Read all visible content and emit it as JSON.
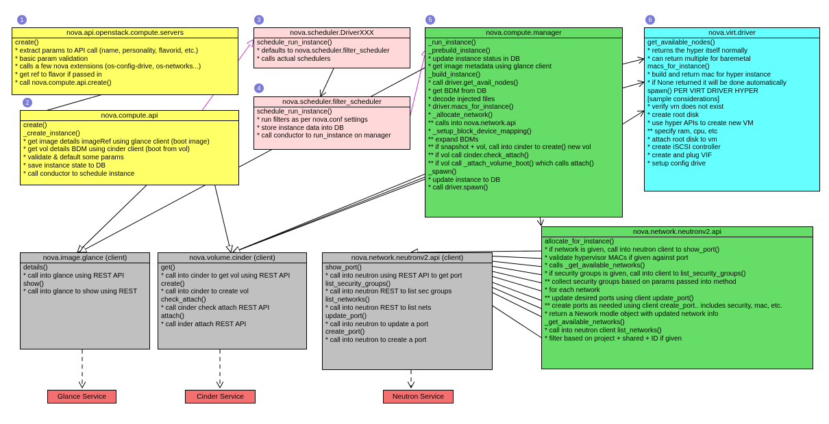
{
  "colors": {
    "api_boxes": "#ffff66",
    "scheduler_boxes": "#ffd9d9",
    "manager_boxes": "#66dd66",
    "driver_box": "#66ffff",
    "client_boxes": "#c0c0c0",
    "service_boxes": "#f47070",
    "number_badges": "#7b7bd9",
    "magenta_arrows": "#cc33cc"
  },
  "badges": [
    "1",
    "2",
    "3",
    "4",
    "5",
    "6"
  ],
  "boxes": {
    "servers": {
      "title": "nova.api.openstack.compute.servers",
      "lines": [
        "create()",
        "* extract params to API call (name, personality, flavorid, etc.)",
        "* basic param validation",
        "* calls a few nova extensions (os-config-drive, os-networks...)",
        "* get ref to flavor if passed in",
        "* call nova.compute.api.create()"
      ]
    },
    "compute_api": {
      "title": "nova.compute.api",
      "lines": [
        "create()",
        "_create_instance()",
        "* get image details imageRef using glance client (boot image)",
        "* get vol details BDM using cinder client (boot from vol)",
        "* validate & default some params",
        "* save instance state to DB",
        "* call conductor to schedule instance"
      ]
    },
    "driver_xxx": {
      "title": "nova.scheduler.DriverXXX",
      "lines": [
        "schedule_run_instance()",
        "* defaults to nova.scheduler.filter_scheduler",
        "* calls actual schedulers"
      ]
    },
    "filter_scheduler": {
      "title": "nova.scheduler.filter_scheduler",
      "lines": [
        "schedule_run_instance()",
        "* run filters as per nova.conf settings",
        "* store instance data into DB",
        "* call conductor to run_instance on manager"
      ]
    },
    "manager": {
      "title": "nova.compute.manager",
      "lines": [
        "_run_instance()",
        "_prebuild_instance()",
        "* update instance status in DB",
        "* get image metadata using glance client",
        "_build_instance()",
        "* call driver.get_avail_nodes()",
        "* get BDM from DB",
        "* decode injected files",
        "* driver.macs_for_instance()",
        "* _allocate_network()",
        "** calls into nova.network.api",
        "* _setup_block_device_mapping()",
        "** expand BDMs",
        "** if snapshot + vol, call into cinder to create() new vol",
        "** if vol call cinder.check_attach()",
        "** if vol call _attach_volume_boot() which calls attach()",
        "_spawn()",
        "* update instance to DB",
        "* call driver.spawn()"
      ]
    },
    "virt_driver": {
      "title": "nova.virt.driver",
      "lines": [
        "get_available_nodes()",
        "* returns the hyper itself normally",
        "* can return multiple for baremetal",
        "macs_for_instance()",
        "* build and return mac for hyper instance",
        "* if None returned it will be done automatically",
        "spawn() PER VIRT DRIVER  HYPER",
        "[sample considerations]",
        "* verify vm does not exist",
        "* create root disk",
        "* use hyper APIs to create new VM",
        "** specify ram, cpu, etc",
        "* attach root disk to vm",
        "* create iSCSI controller",
        "* create and plug VIF",
        "* setup config drive"
      ]
    },
    "neutronv2": {
      "title": "nova.network.neutronv2.api",
      "lines": [
        "allocate_for_instance()",
        "* if network is given, call into neutron client to show_port()",
        "* validate hypervisor MACs if given against port",
        "* calls _get_available_networks()",
        "* if security groups is given, call into client to list_security_groups()",
        "** collect security groups based on params passed into method",
        "* for each network",
        "** update desired ports using client update_port()",
        "** create ports as needed using client create_port.. includes security, mac, etc.",
        "* return a Nework modle object with updated network info",
        "_get_available_networks()",
        "* call into neutron client list_networks()",
        "* filter based on project + shared + ID if given"
      ]
    },
    "glance_client": {
      "title": "nova.image.glance (client)",
      "lines": [
        "details()",
        "* call into glance using REST API",
        "show()",
        "* call into glance to show using REST"
      ]
    },
    "cinder_client": {
      "title": "nova.volume.cinder (client)",
      "lines": [
        "get()",
        "* call into cinder to get vol using REST API",
        "create()",
        "* call into cinder to create vol",
        "check_attach()",
        "* call cinder check attach REST API",
        "attach()",
        "* call inder attach REST API"
      ]
    },
    "neutron_client": {
      "title": "nova.network.neutronv2.api (client)",
      "lines": [
        "show_port()",
        "* call into neutron using REST API to get port",
        "list_security_groups()",
        "* call into neutron REST to list sec groups",
        "list_networks()",
        "* call into neutron REST to list nets",
        "update_port()",
        "* call into neutron to update a port",
        "create_port()",
        "* call into neutron to create a port"
      ]
    }
  },
  "services": {
    "glance": "Glance Service",
    "cinder": "Cinder Service",
    "neutron": "Neutron Service"
  }
}
